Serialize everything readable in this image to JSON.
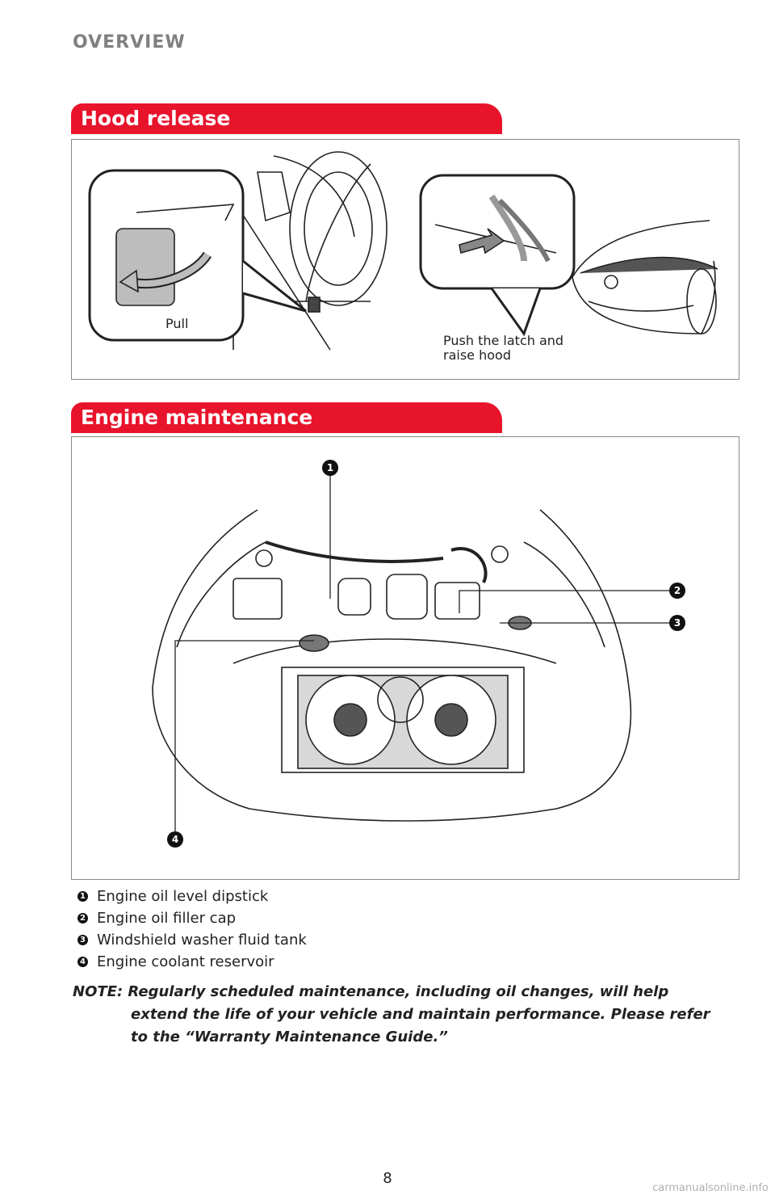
{
  "header": {
    "title": "OVERVIEW"
  },
  "hood_release": {
    "heading": "Hood release",
    "pull_label": "Pull",
    "latch_label_line1": "Push the latch and",
    "latch_label_line2": "raise hood"
  },
  "engine": {
    "heading": "Engine maintenance",
    "callouts": [
      "1",
      "2",
      "3",
      "4"
    ]
  },
  "legend": [
    {
      "num": "1",
      "label": "Engine oil level dipstick"
    },
    {
      "num": "2",
      "label": "Engine oil filler cap"
    },
    {
      "num": "3",
      "label": "Windshield washer fluid tank"
    },
    {
      "num": "4",
      "label": "Engine coolant reservoir"
    }
  ],
  "note": {
    "line1": "NOTE: Regularly scheduled maintenance, including oil changes, will help",
    "line2": "extend the life of your vehicle and maintain performance. Please refer",
    "line3": "to the “Warranty Maintenance Guide.”"
  },
  "page_number": "8",
  "watermark": "carmanualsonline.info",
  "colors": {
    "accent": "#e8142c",
    "heading_gray": "#808080",
    "frame_border": "#8a8a8a"
  }
}
